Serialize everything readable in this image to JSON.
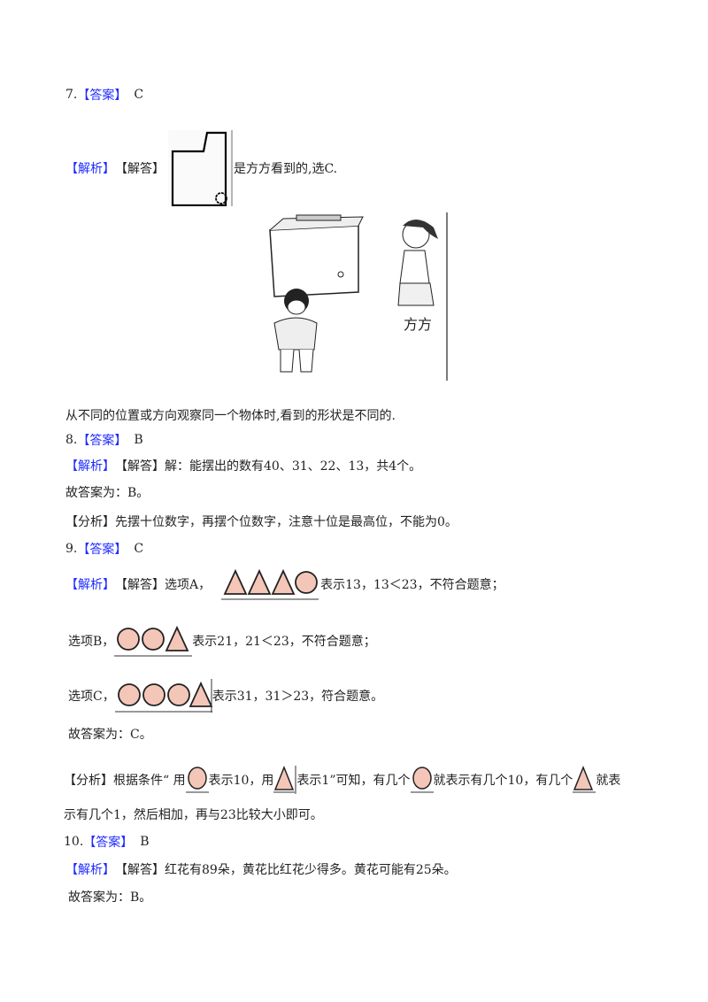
{
  "colors": {
    "label_blue": "#1f2bff",
    "shape_fill": "#f4c6b8"
  },
  "q7": {
    "num": "7.",
    "answer_tag": "【答案】",
    "answer": "C",
    "analysis_tag": "【解析】",
    "solve_tag": "【解答】",
    "solve_text": "是方方看到的,选C.",
    "figure_label": "方方",
    "note": "从不同的位置或方向观察同一个物体时,看到的形状是不同的."
  },
  "q8": {
    "num": "8.",
    "answer_tag": "【答案】",
    "answer": "B",
    "analysis_tag": "【解析】",
    "solve_tag": "【解答】",
    "solve_text": "解：能摆出的数有40、31、22、13，共4个。",
    "conclusion": "故答案为：B。",
    "fenxi_tag": "【分析】",
    "fenxi_text": "先摆十位数字，再摆个位数字，注意十位是最高位，不能为0。"
  },
  "q9": {
    "num": "9.",
    "answer_tag": "【答案】",
    "answer": "C",
    "analysis_tag": "【解析】",
    "solve_tag": "【解答】",
    "optA_label": "选项A，",
    "optA_text": "表示13，13＜23，不符合题意；",
    "optB_label": "选项B，",
    "optB_text": "表示21，21＜23，不符合题意；",
    "optC_label": "选项C，",
    "optC_text": "表示31，31＞23，符合题意。",
    "conclusion": "故答案为：C。",
    "fenxi_tag": "【分析】",
    "fenxi_p1": "根据条件“ 用",
    "fenxi_p2": "表示10，用",
    "fenxi_p3": "表示1”可知，有几个",
    "fenxi_p4": "就表示有几个10，有几个",
    "fenxi_p5": "就表",
    "fenxi_line2": "示有几个1，然后相加，再与23比较大小即可。"
  },
  "q10": {
    "num": "10.",
    "answer_tag": "【答案】",
    "answer": "B",
    "analysis_tag": "【解析】",
    "solve_tag": "【解答】",
    "solve_text": " 红花有89朵，黄花比红花少得多。黄花可能有25朵。",
    "conclusion": "故答案为：B。"
  }
}
